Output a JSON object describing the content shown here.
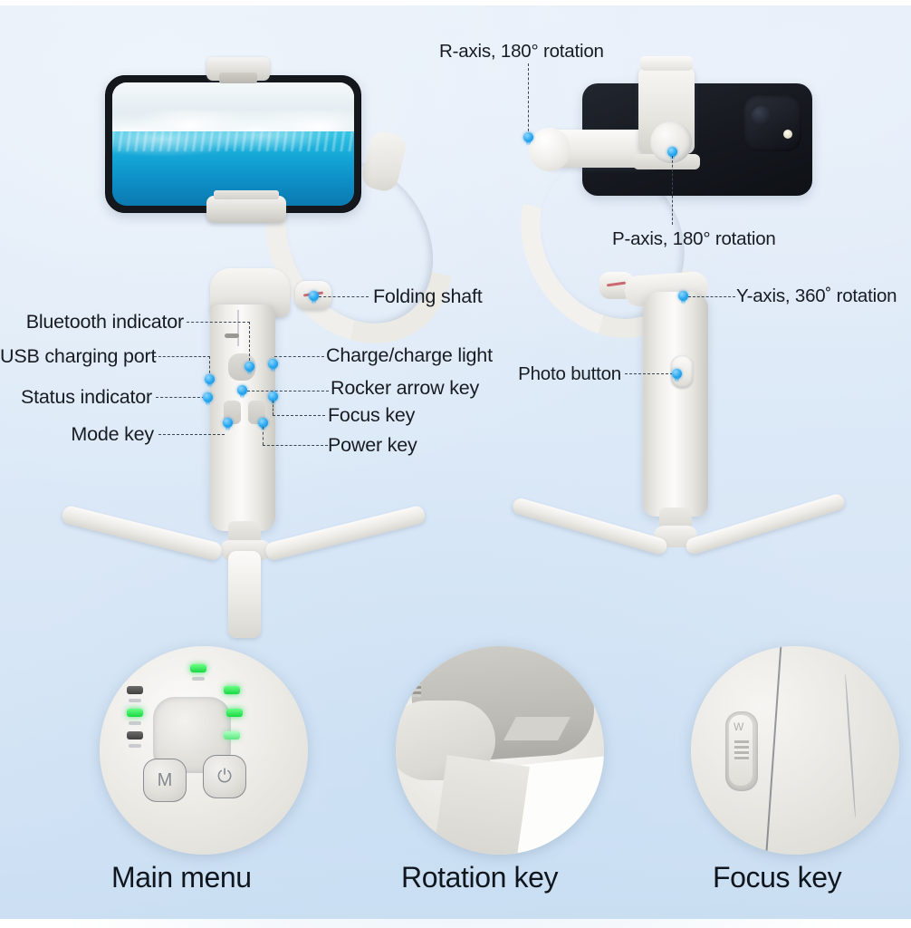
{
  "image": {
    "title": "Handheld gimbal stabilizer annotated parts diagram",
    "background_color": "#dbe8f6",
    "marker_color": "#29a8ef",
    "leader_line_color": "#3a4654"
  },
  "annotations": {
    "left_view": [
      {
        "id": "bluetooth-indicator",
        "label": "Bluetooth indicator",
        "side": "left"
      },
      {
        "id": "usb-charging-port",
        "label": "USB charging port",
        "side": "left"
      },
      {
        "id": "status-indicator",
        "label": "Status indicator",
        "side": "left"
      },
      {
        "id": "mode-key",
        "label": "Mode key",
        "side": "left"
      },
      {
        "id": "folding-shaft",
        "label": "Folding shaft",
        "side": "right"
      },
      {
        "id": "charge-light",
        "label": "Charge/charge light",
        "side": "right"
      },
      {
        "id": "rocker-arrow-key",
        "label": "Rocker arrow key",
        "side": "right"
      },
      {
        "id": "focus-key",
        "label": "Focus key",
        "side": "right"
      },
      {
        "id": "power-key",
        "label": "Power key",
        "side": "right"
      }
    ],
    "right_view": [
      {
        "id": "r-axis",
        "label": "R-axis, 180° rotation",
        "side": "top"
      },
      {
        "id": "p-axis",
        "label": "P-axis, 180° rotation",
        "side": "bottom"
      },
      {
        "id": "y-axis",
        "label": "Y-axis, 360˚  rotation",
        "side": "right"
      },
      {
        "id": "photo-button",
        "label": "Photo button",
        "side": "left"
      }
    ]
  },
  "detail_circles": [
    {
      "id": "main-menu",
      "caption": "Main menu",
      "buttons": [
        "M",
        "⏻"
      ],
      "leds": [
        "off",
        "on",
        "off",
        "on",
        "on",
        "dim",
        "on"
      ]
    },
    {
      "id": "rotation-key",
      "caption": "Rotation key"
    },
    {
      "id": "focus-key",
      "caption": "Focus key",
      "knob_mark": "W"
    }
  ]
}
